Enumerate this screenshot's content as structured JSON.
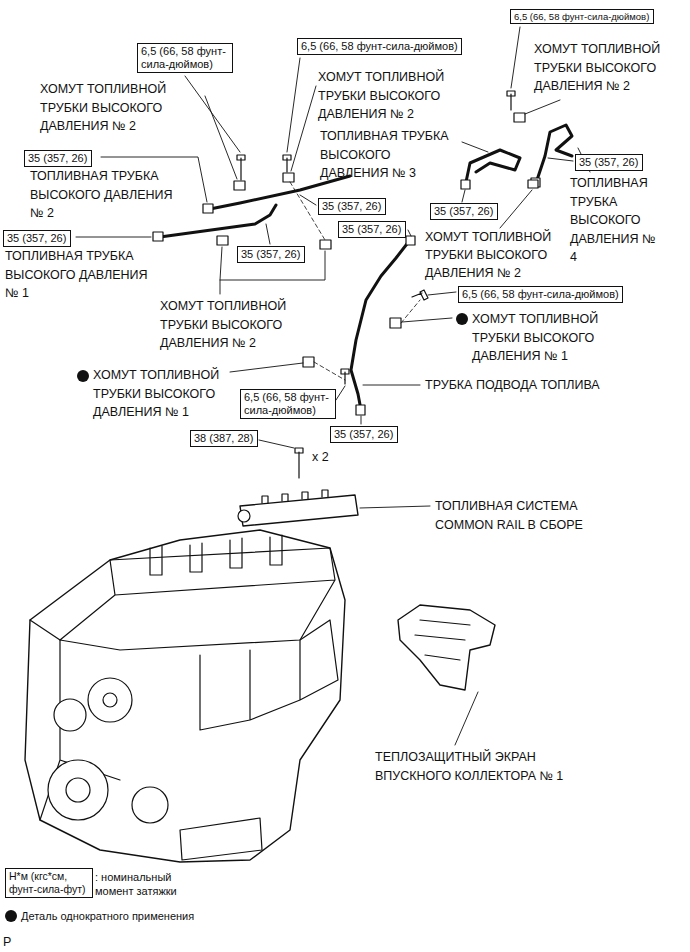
{
  "diagram": {
    "nodes": [
      {
        "text": [
          "6,5 (66, 58 фунт-сила-дюймов)"
        ]
      },
      {
        "text": [
          "6,5 (66, 58 фунт-сила-дюймов)"
        ]
      },
      {
        "text": [
          "6,5 (66, 58 фунт-сила-дюймов)"
        ]
      },
      {
        "text": [
          "35 (357, 26)"
        ]
      },
      {
        "text": [
          "35 (357, 26)"
        ]
      },
      {
        "text": [
          "35 (357, 26)"
        ]
      },
      {
        "text": [
          "35 (357, 26)"
        ]
      },
      {
        "text": [
          "35 (357, 26)"
        ]
      },
      {
        "text": [
          "35 (357, 26)"
        ]
      },
      {
        "text": [
          "35 (357, 26)"
        ]
      },
      {
        "text": [
          "6,5 (66, 58 фунт-сила-дюймов)"
        ]
      },
      {
        "text": [
          "6,5 (66, 58 фунт-сила-дюймов)"
        ]
      },
      {
        "text": [
          "38 (387, 28)"
        ]
      },
      {
        "text": [
          "35 (357, 26)"
        ]
      },
      {
        "text": [
          "Н*м (кгс*см, фунт-сила-фут)"
        ]
      }
    ],
    "edges": [],
    "labels": [
      "ХОМУТ ТОПЛИВНОЙ ТРУБКИ ВЫСОКОГО ДАВЛЕНИЯ № 2",
      "ХОМУТ ТОПЛИВНОЙ ТРУБКИ ВЫСОКОГО ДАВЛЕНИЯ № 2",
      "ХОМУТ ТОПЛИВНОЙ ТРУБКИ ВЫСОКОГО ДАВЛЕНИЯ № 2",
      "ТОПЛИВНАЯ ТРУБКА ВЫСОКОГО ДАВЛЕНИЯ № 3",
      "ТОПЛИВНАЯ ТРУБКА ВЫСОКОГО ДАВЛЕНИЯ № 2",
      "ТОПЛИВНАЯ ТРУБКА ВЫСОКОГО ДАВЛЕНИЯ № 4",
      "ТОПЛИВНАЯ ТРУБКА ВЫСОКОГО ДАВЛЕНИЯ № 1",
      "ХОМУТ ТОПЛИВНОЙ ТРУБКИ ВЫСОКОГО ДАВЛЕНИЯ № 2",
      "ХОМУТ ТОПЛИВНОЙ ТРУБКИ ВЫСОКОГО ДАВЛЕНИЯ № 2",
      "ХОМУТ ТОПЛИВНОЙ ТРУБКИ ВЫСОКОГО ДАВЛЕНИЯ № 1",
      "ХОМУТ ТОПЛИВНОЙ ТРУБКИ ВЫСОКОГО ДАВЛЕНИЯ № 1",
      "ТРУБКА ПОДВОДА ТОПЛИВА",
      "ТОПЛИВНАЯ СИСТЕМА COMMON RAIL В СБОРЕ",
      "x 2",
      "ТЕПЛОЗАЩИТНЫЙ ЭКРАН ВПУСКНОГО КОЛЛЕКТОРА № 1",
      "P"
    ],
    "legend": [
      {
        "text": ": номинальный момент затяжки"
      },
      {
        "text": "Деталь однократного применения"
      }
    ]
  }
}
